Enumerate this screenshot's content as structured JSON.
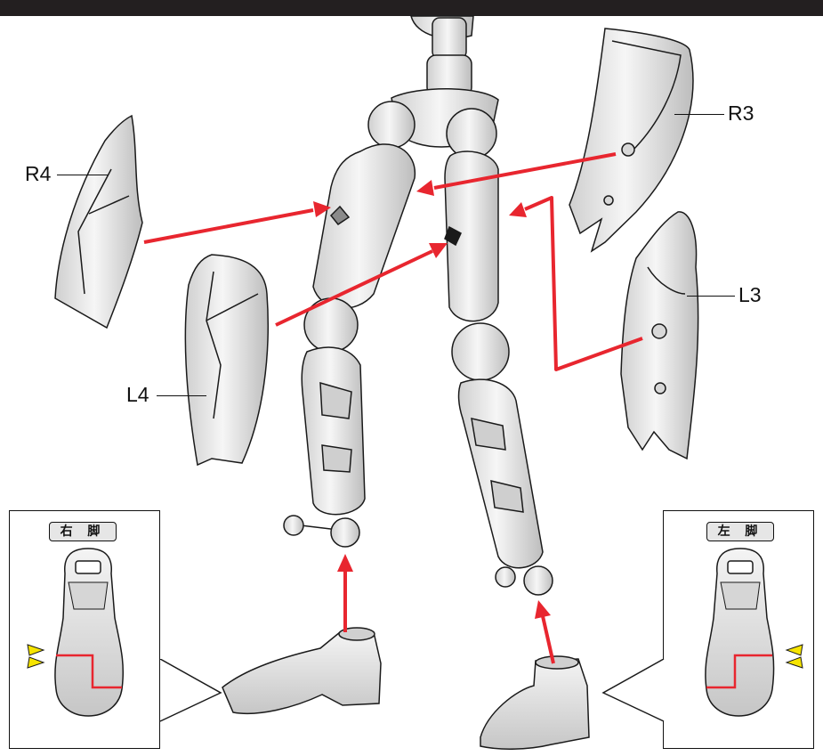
{
  "labels": {
    "r3": "R3",
    "r4": "R4",
    "l3": "L3",
    "l4": "L4"
  },
  "callouts": {
    "right_leg": "右 脚",
    "left_leg": "左 脚"
  },
  "colors": {
    "arrow": "#e8262f",
    "part_fill": "#e7e7e7",
    "outline": "#1a1a1a",
    "marker": "#f6e400"
  }
}
